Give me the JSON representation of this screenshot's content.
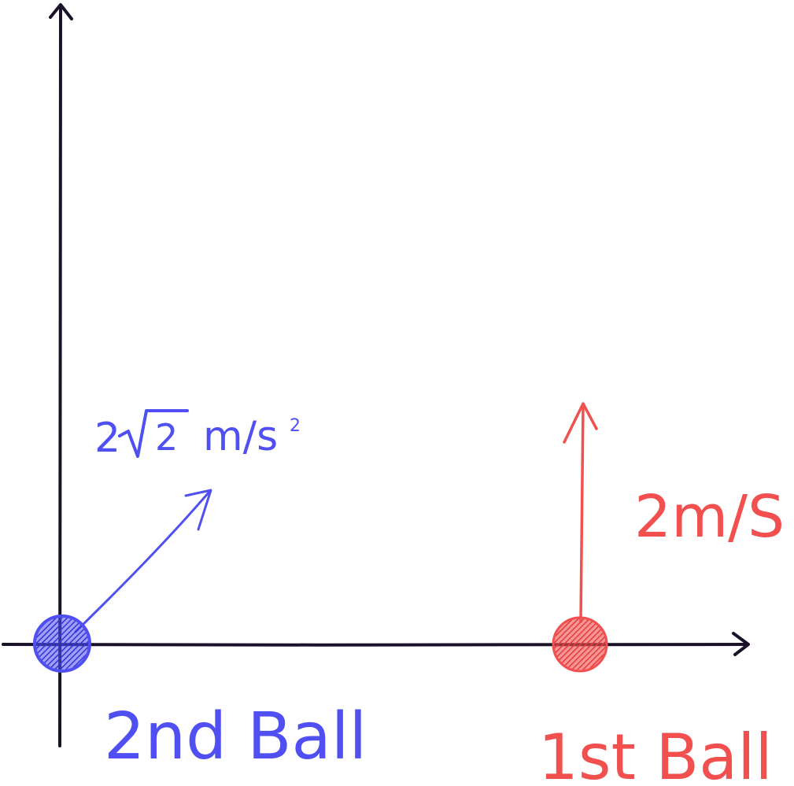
{
  "colors": {
    "axis": "#1a1228",
    "ball_2": "#4f4ff2",
    "ball_1": "#f24f4f",
    "background": "#ffffff"
  },
  "ball_2": {
    "vector_label": {
      "coefficient": "2",
      "radicand": "2",
      "unit": "m/s",
      "exponent": "2"
    },
    "name": "2nd Ball"
  },
  "ball_1": {
    "vector_label": "2m/S",
    "name": "1st Ball"
  }
}
